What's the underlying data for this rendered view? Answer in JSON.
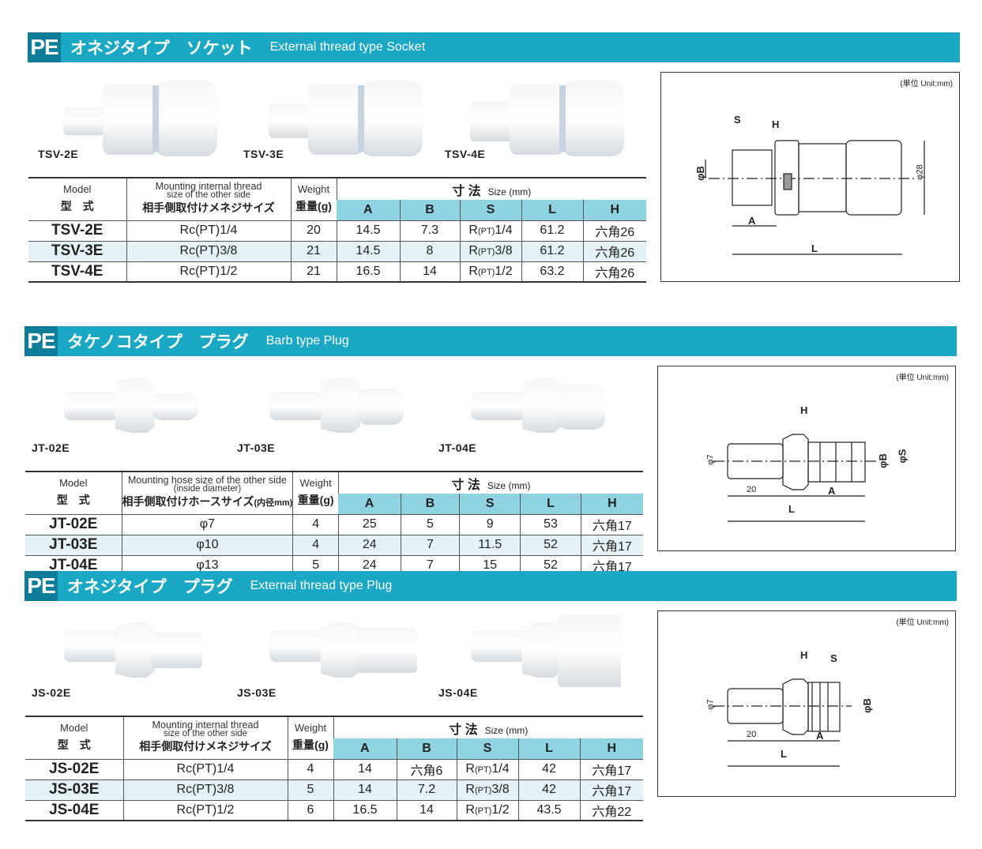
{
  "sections": [
    {
      "pe": "PE",
      "title_jp": "オネジタイプ　ソケット",
      "title_en": "External thread type Socket",
      "products": [
        "TSV-2E",
        "TSV-3E",
        "TSV-4E"
      ],
      "header": {
        "model_en": "Model",
        "model_jp": "型　式",
        "mount_en1": "Mounting internal thread",
        "mount_en2": "size of the other side",
        "mount_jp": "相手側取付けメネジサイズ",
        "mount_jp_small": "",
        "weight_en": "Weight",
        "weight_jp": "重量(g)",
        "size_jp": "寸 法",
        "size_en": "Size (mm)",
        "dims": [
          "A",
          "B",
          "S",
          "L",
          "H"
        ]
      },
      "rows": [
        {
          "model": "TSV-2E",
          "mount": "Rc(PT)1/4",
          "weight": "20",
          "A": "14.5",
          "B": "7.3",
          "S_pre": "R",
          "S_mid": "(PT)",
          "S_post": "1/4",
          "L": "61.2",
          "H": "六角26"
        },
        {
          "model": "TSV-3E",
          "mount": "Rc(PT)3/8",
          "weight": "21",
          "A": "14.5",
          "B": "8",
          "S_pre": "R",
          "S_mid": "(PT)",
          "S_post": "3/8",
          "L": "61.2",
          "H": "六角26"
        },
        {
          "model": "TSV-4E",
          "mount": "Rc(PT)1/2",
          "weight": "21",
          "A": "16.5",
          "B": "14",
          "S_pre": "R",
          "S_mid": "(PT)",
          "S_post": "1/2",
          "L": "63.2",
          "H": "六角26"
        }
      ],
      "diagram": {
        "unit": "(単位 Unit:mm)",
        "labels": [
          "S",
          "H",
          "φB",
          "φ28",
          "A",
          "L"
        ]
      }
    },
    {
      "pe": "PE",
      "title_jp": "タケノコタイプ　プラグ",
      "title_en": "Barb type Plug",
      "products": [
        "JT-02E",
        "JT-03E",
        "JT-04E"
      ],
      "header": {
        "model_en": "Model",
        "model_jp": "型　式",
        "mount_en1": "Mounting hose size of the other side",
        "mount_en2": "(inside diameter)",
        "mount_jp": "相手側取付けホースサイズ",
        "mount_jp_small": "(内径mm)",
        "weight_en": "Weight",
        "weight_jp": "重量(g)",
        "size_jp": "寸 法",
        "size_en": "Size (mm)",
        "dims": [
          "A",
          "B",
          "S",
          "L",
          "H"
        ]
      },
      "rows": [
        {
          "model": "JT-02E",
          "mount": "φ7",
          "weight": "4",
          "A": "25",
          "B": "5",
          "S_pre": "9",
          "S_mid": "",
          "S_post": "",
          "L": "53",
          "H": "六角17"
        },
        {
          "model": "JT-03E",
          "mount": "φ10",
          "weight": "4",
          "A": "24",
          "B": "7",
          "S_pre": "11.5",
          "S_mid": "",
          "S_post": "",
          "L": "52",
          "H": "六角17"
        },
        {
          "model": "JT-04E",
          "mount": "φ13",
          "weight": "5",
          "A": "24",
          "B": "7",
          "S_pre": "15",
          "S_mid": "",
          "S_post": "",
          "L": "52",
          "H": "六角17"
        }
      ],
      "diagram": {
        "unit": "(単位 Unit:mm)",
        "labels": [
          "H",
          "φ7",
          "φB",
          "φS",
          "20",
          "A",
          "L"
        ]
      }
    },
    {
      "pe": "PE",
      "title_jp": "オネジタイプ　プラグ",
      "title_en": "External thread type Plug",
      "products": [
        "JS-02E",
        "JS-03E",
        "JS-04E"
      ],
      "header": {
        "model_en": "Model",
        "model_jp": "型　式",
        "mount_en1": "Mounting internal thread",
        "mount_en2": "size of the other side",
        "mount_jp": "相手側取付けメネジサイズ",
        "mount_jp_small": "",
        "weight_en": "Weight",
        "weight_jp": "重量(g)",
        "size_jp": "寸 法",
        "size_en": "Size (mm)",
        "dims": [
          "A",
          "B",
          "S",
          "L",
          "H"
        ]
      },
      "rows": [
        {
          "model": "JS-02E",
          "mount": "Rc(PT)1/4",
          "weight": "4",
          "A": "14",
          "B": "六角6",
          "S_pre": "R",
          "S_mid": "(PT)",
          "S_post": "1/4",
          "L": "42",
          "H": "六角17"
        },
        {
          "model": "JS-03E",
          "mount": "Rc(PT)3/8",
          "weight": "5",
          "A": "14",
          "B": "7.2",
          "S_pre": "R",
          "S_mid": "(PT)",
          "S_post": "3/8",
          "L": "42",
          "H": "六角17"
        },
        {
          "model": "JS-04E",
          "mount": "Rc(PT)1/2",
          "weight": "6",
          "A": "16.5",
          "B": "14",
          "S_pre": "R",
          "S_mid": "(PT)",
          "S_post": "1/2",
          "L": "43.5",
          "H": "六角22"
        }
      ],
      "diagram": {
        "unit": "(単位 Unit:mm)",
        "labels": [
          "H",
          "S",
          "φ7",
          "φB",
          "20",
          "A",
          "L"
        ]
      }
    }
  ],
  "colors": {
    "bar": "#1ba8c4",
    "pe": "#0d7d9a",
    "dimhead": "#8fd3e1",
    "alt": "#e4f2f7"
  }
}
